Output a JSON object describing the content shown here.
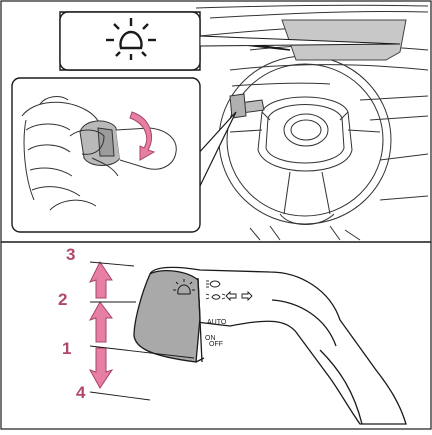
{
  "top_panel": {
    "icon_name": "headlight-sun-icon",
    "inset_icon_name": "hand-twist-control-icon"
  },
  "bottom_panel": {
    "callouts": [
      {
        "id": "3",
        "label": "3"
      },
      {
        "id": "2",
        "label": "2"
      },
      {
        "id": "1",
        "label": "1"
      },
      {
        "id": "4",
        "label": "4"
      }
    ],
    "switch_labels": {
      "auto": "AUTO",
      "on": "ON",
      "off": "OFF"
    }
  },
  "colors": {
    "accent": "#e67fa3",
    "callout_text": "#b0476e",
    "line": "#1a1a1a",
    "grey_fill": "#a9a9a9"
  }
}
